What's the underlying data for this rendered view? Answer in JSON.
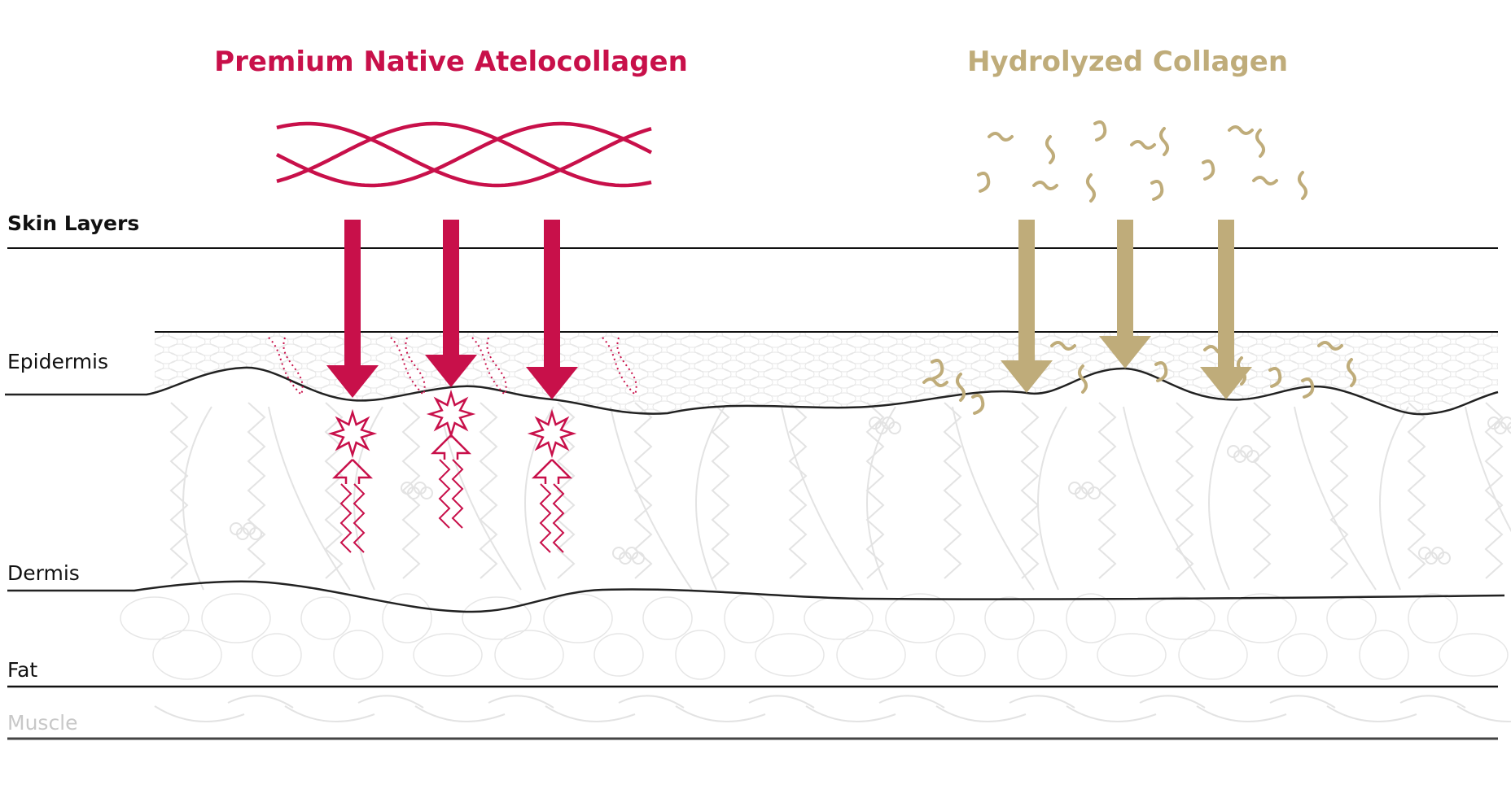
{
  "titles": {
    "native": "Premium Native Atelocollagen",
    "hydrolyzed": "Hydrolyzed Collagen"
  },
  "layers": {
    "heading": "Skin Layers",
    "epidermis": "Epidermis",
    "dermis": "Dermis",
    "fat": "Fat",
    "muscle": "Muscle"
  },
  "colors": {
    "native": "#c8104a",
    "hydrolyzed": "#bfac7a",
    "line": "#111111",
    "texture": "#e2e2e2",
    "muscle_label": "#c8c8c8"
  },
  "icons": {
    "native_molecule": "triple-helix-icon",
    "hydrolyzed_molecule": "collagen-fragments-icon",
    "penetration": "down-arrow-icon",
    "stimulation": "starburst-icon",
    "rising": "up-arrow-icon"
  }
}
